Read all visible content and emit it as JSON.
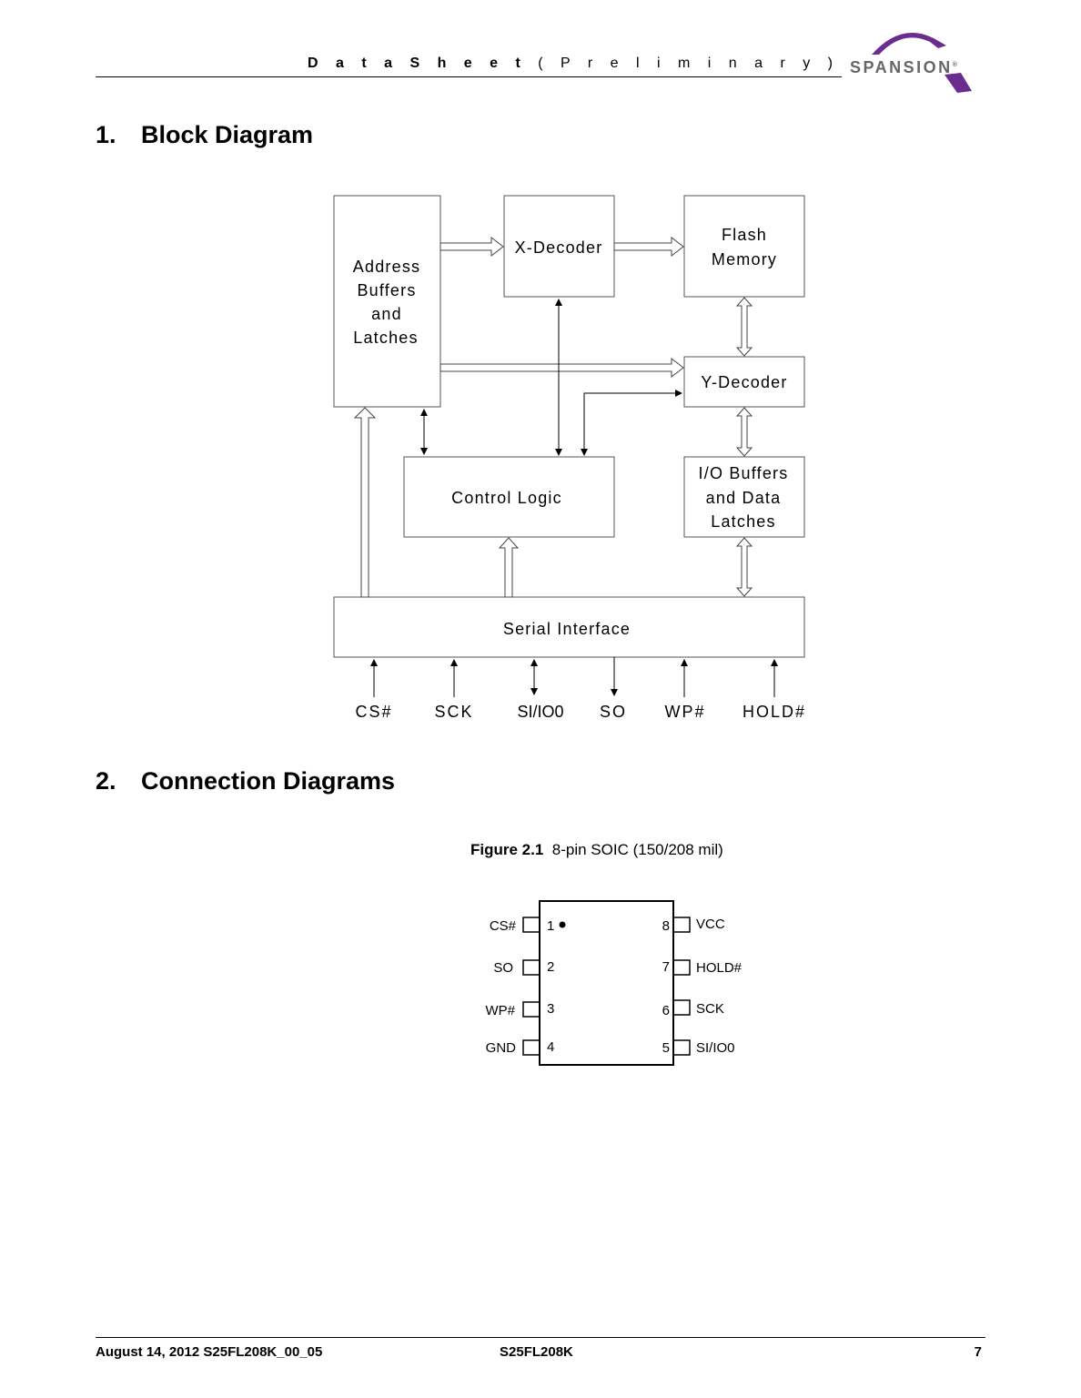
{
  "header": {
    "title_bold": "D a t a   S h e e t",
    "title_rest": "( P r e l i m i n a r y )",
    "logo_text": "SPANSION",
    "logo_mark": "®"
  },
  "section1": {
    "number": "1.",
    "title": "Block Diagram"
  },
  "block_diagram": {
    "address_buffers": [
      "Address",
      "Buffers",
      "and",
      "Latches"
    ],
    "x_decoder": "X-Decoder",
    "flash_memory": [
      "Flash",
      "Memory"
    ],
    "y_decoder": "Y-Decoder",
    "control_logic": "Control Logic",
    "io_buffers": [
      "I/O Buffers",
      "and Data",
      "Latches"
    ],
    "serial_interface": "Serial Interface",
    "signals": [
      "CS#",
      "SCK",
      "SI/IO0",
      "SO",
      "WP#",
      "HOLD#"
    ]
  },
  "section2": {
    "number": "2.",
    "title": "Connection Diagrams"
  },
  "figure": {
    "label": "Figure 2.1",
    "caption": "8-pin SOIC (150/208 mil)",
    "left_pins": [
      {
        "num": "1",
        "name": "CS#"
      },
      {
        "num": "2",
        "name": "SO"
      },
      {
        "num": "3",
        "name": "WP#"
      },
      {
        "num": "4",
        "name": "GND"
      }
    ],
    "right_pins": [
      {
        "num": "8",
        "name": "VCC"
      },
      {
        "num": "7",
        "name": "HOLD#"
      },
      {
        "num": "6",
        "name": "SCK"
      },
      {
        "num": "5",
        "name": "SI/IO0"
      }
    ]
  },
  "footer": {
    "date_doc": "August 14, 2012  S25FL208K_00_05",
    "part": "S25FL208K",
    "page": "7"
  },
  "colors": {
    "logo_purple": "#6b2c8f",
    "logo_gray": "#666666"
  }
}
